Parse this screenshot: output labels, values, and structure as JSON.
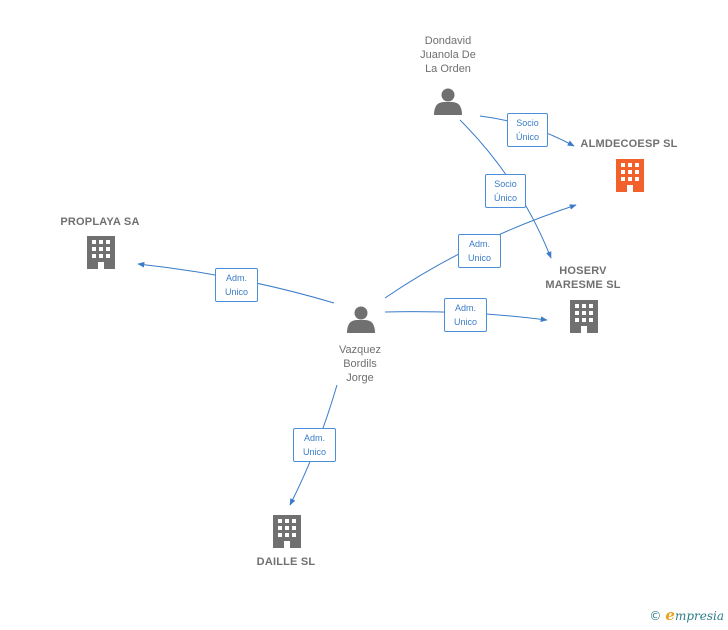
{
  "colors": {
    "edge": "#3a7cc8",
    "building": "#707070",
    "building_focus": "#f2612b",
    "person": "#707070"
  },
  "nodes": {
    "dondavid": {
      "label": "Dondavid\nJuanola De\nLa Orden",
      "icon": "person-icon"
    },
    "almdecoesp": {
      "label": "ALMDECOESP SL",
      "icon": "building-icon"
    },
    "proplaya": {
      "label": "PROPLAYA SA",
      "icon": "building-icon"
    },
    "hoserv": {
      "label": "HOSERV\nMARESME SL",
      "icon": "building-icon"
    },
    "vazquez": {
      "label": "Vazquez\nBordils\nJorge",
      "icon": "person-icon"
    },
    "daille": {
      "label": "DAILLE SL",
      "icon": "building-icon"
    }
  },
  "edges": [
    {
      "id": "e1",
      "label": "Socio\nÚnico"
    },
    {
      "id": "e2",
      "label": "Socio\nÚnico"
    },
    {
      "id": "e3",
      "label": "Adm.\nUnico"
    },
    {
      "id": "e4",
      "label": "Adm.\nUnico"
    },
    {
      "id": "e5",
      "label": "Adm.\nUnico"
    },
    {
      "id": "e6",
      "label": "Adm.\nUnico"
    }
  ],
  "footer": {
    "copyright": "©",
    "brand_initial": "e",
    "brand_rest": "mpresia"
  }
}
